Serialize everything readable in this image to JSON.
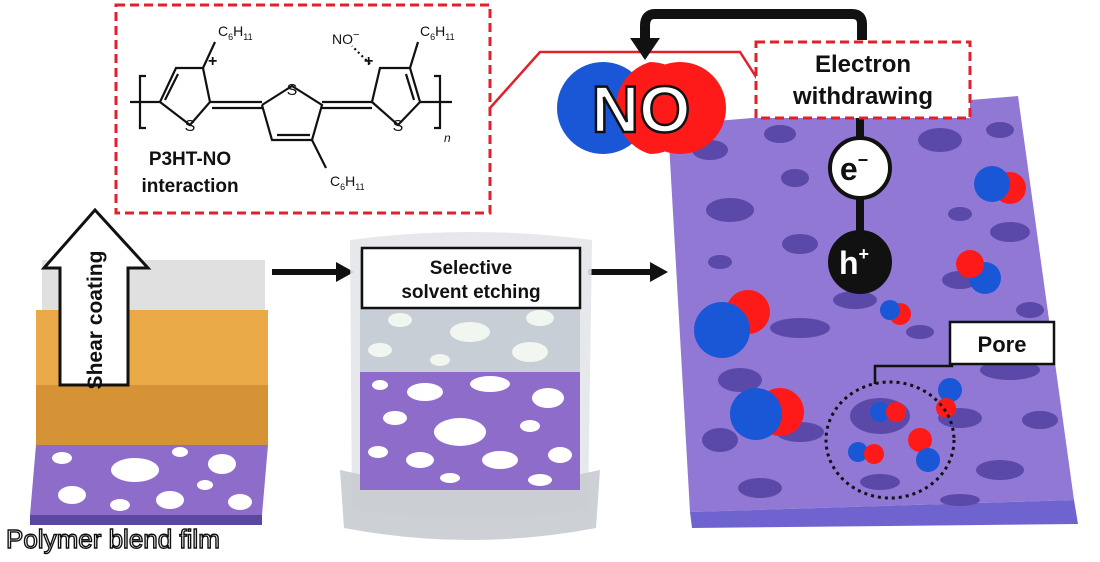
{
  "chemistry": {
    "substituent": "C",
    "substituent_sub1": "6",
    "substituent_mid": "H",
    "substituent_sub2": "11",
    "sulfur": "S",
    "plus": "+",
    "nitroso": "NO",
    "nitroso_charge": "−",
    "repeat": "n",
    "interaction_line1": "P3HT-NO",
    "interaction_line2": "interaction"
  },
  "labels": {
    "shear": "Shear coating",
    "etching_line1": "Selective",
    "etching_line2": "solvent etching",
    "film": "Polymer blend film",
    "electron_line1": "Electron",
    "electron_line2": "withdrawing",
    "pore": "Pore",
    "no_big": "NO",
    "electron": "e",
    "electron_sup": "−",
    "hole": "h",
    "hole_sup": "+"
  },
  "colors": {
    "purple": "#8e6cc9",
    "purple_dark": "#6a4fa8",
    "orange": "#e8a43c",
    "blue": "#1a57d6",
    "red": "#ff1a1a",
    "dash_red": "#e0202a"
  }
}
